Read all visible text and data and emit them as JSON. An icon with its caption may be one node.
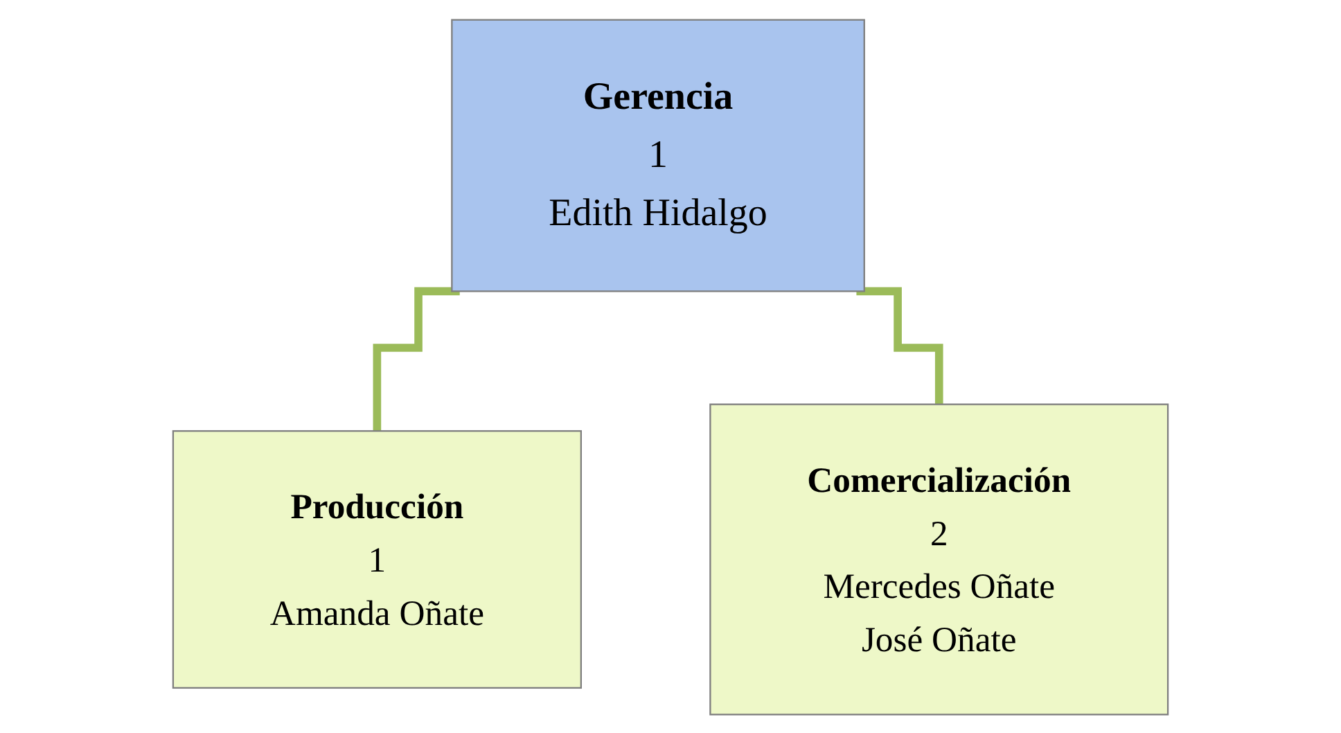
{
  "diagram": {
    "nodes": [
      {
        "text": [
          "Gerencia",
          "1",
          "Edith Hidalgo"
        ]
      },
      {
        "text": [
          "Producción",
          "1",
          "Amanda Oñate"
        ]
      },
      {
        "text": [
          "Comercialización",
          "2",
          "Mercedes Oñate",
          "José Oñate"
        ]
      }
    ],
    "edges": [
      {
        "from": 0,
        "to": 1,
        "arrow": "none"
      },
      {
        "from": 0,
        "to": 2,
        "arrow": "none"
      }
    ]
  }
}
